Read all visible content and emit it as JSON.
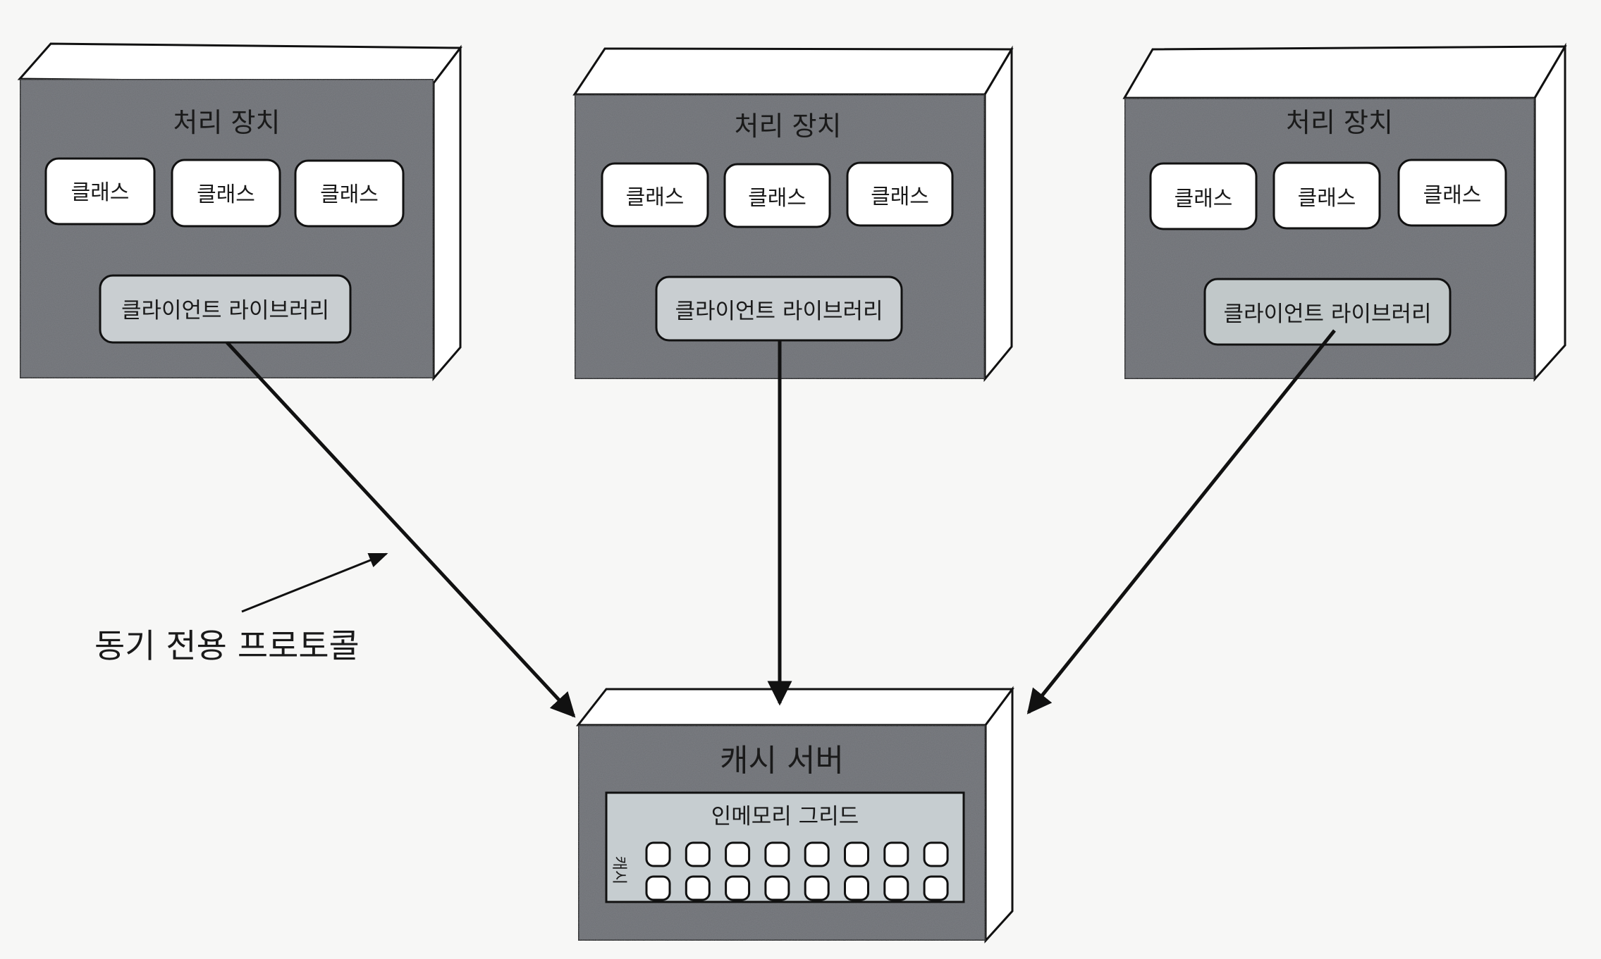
{
  "colors": {
    "face": "#6d7074",
    "side": "#ffffff",
    "class_box": "#ffffff",
    "library_box": "#c9ced1",
    "grid_panel": "#c6cdd0",
    "line": "#111111",
    "background": "#f7f7f6"
  },
  "processing_units": [
    {
      "title": "처리 장치",
      "classes": [
        "클래스",
        "클래스",
        "클래스"
      ],
      "library": "클라이언트 라이브러리"
    },
    {
      "title": "처리 장치",
      "classes": [
        "클래스",
        "클래스",
        "클래스"
      ],
      "library": "클라이언트 라이브러리"
    },
    {
      "title": "처리 장치",
      "classes": [
        "클래스",
        "클래스",
        "클래스"
      ],
      "library": "클라이언트 라이브러리"
    }
  ],
  "cache_server": {
    "title": "캐시 서버",
    "grid_title": "인메모리 그리드",
    "cache_label": "캐시",
    "grid_rows": 2,
    "grid_cols": 8
  },
  "annotation": {
    "label": "동기 전용 프로토콜"
  },
  "connections": [
    {
      "from": "processing_units.0.library",
      "to": "cache_server"
    },
    {
      "from": "processing_units.1.library",
      "to": "cache_server"
    },
    {
      "from": "processing_units.2.library",
      "to": "cache_server"
    }
  ]
}
